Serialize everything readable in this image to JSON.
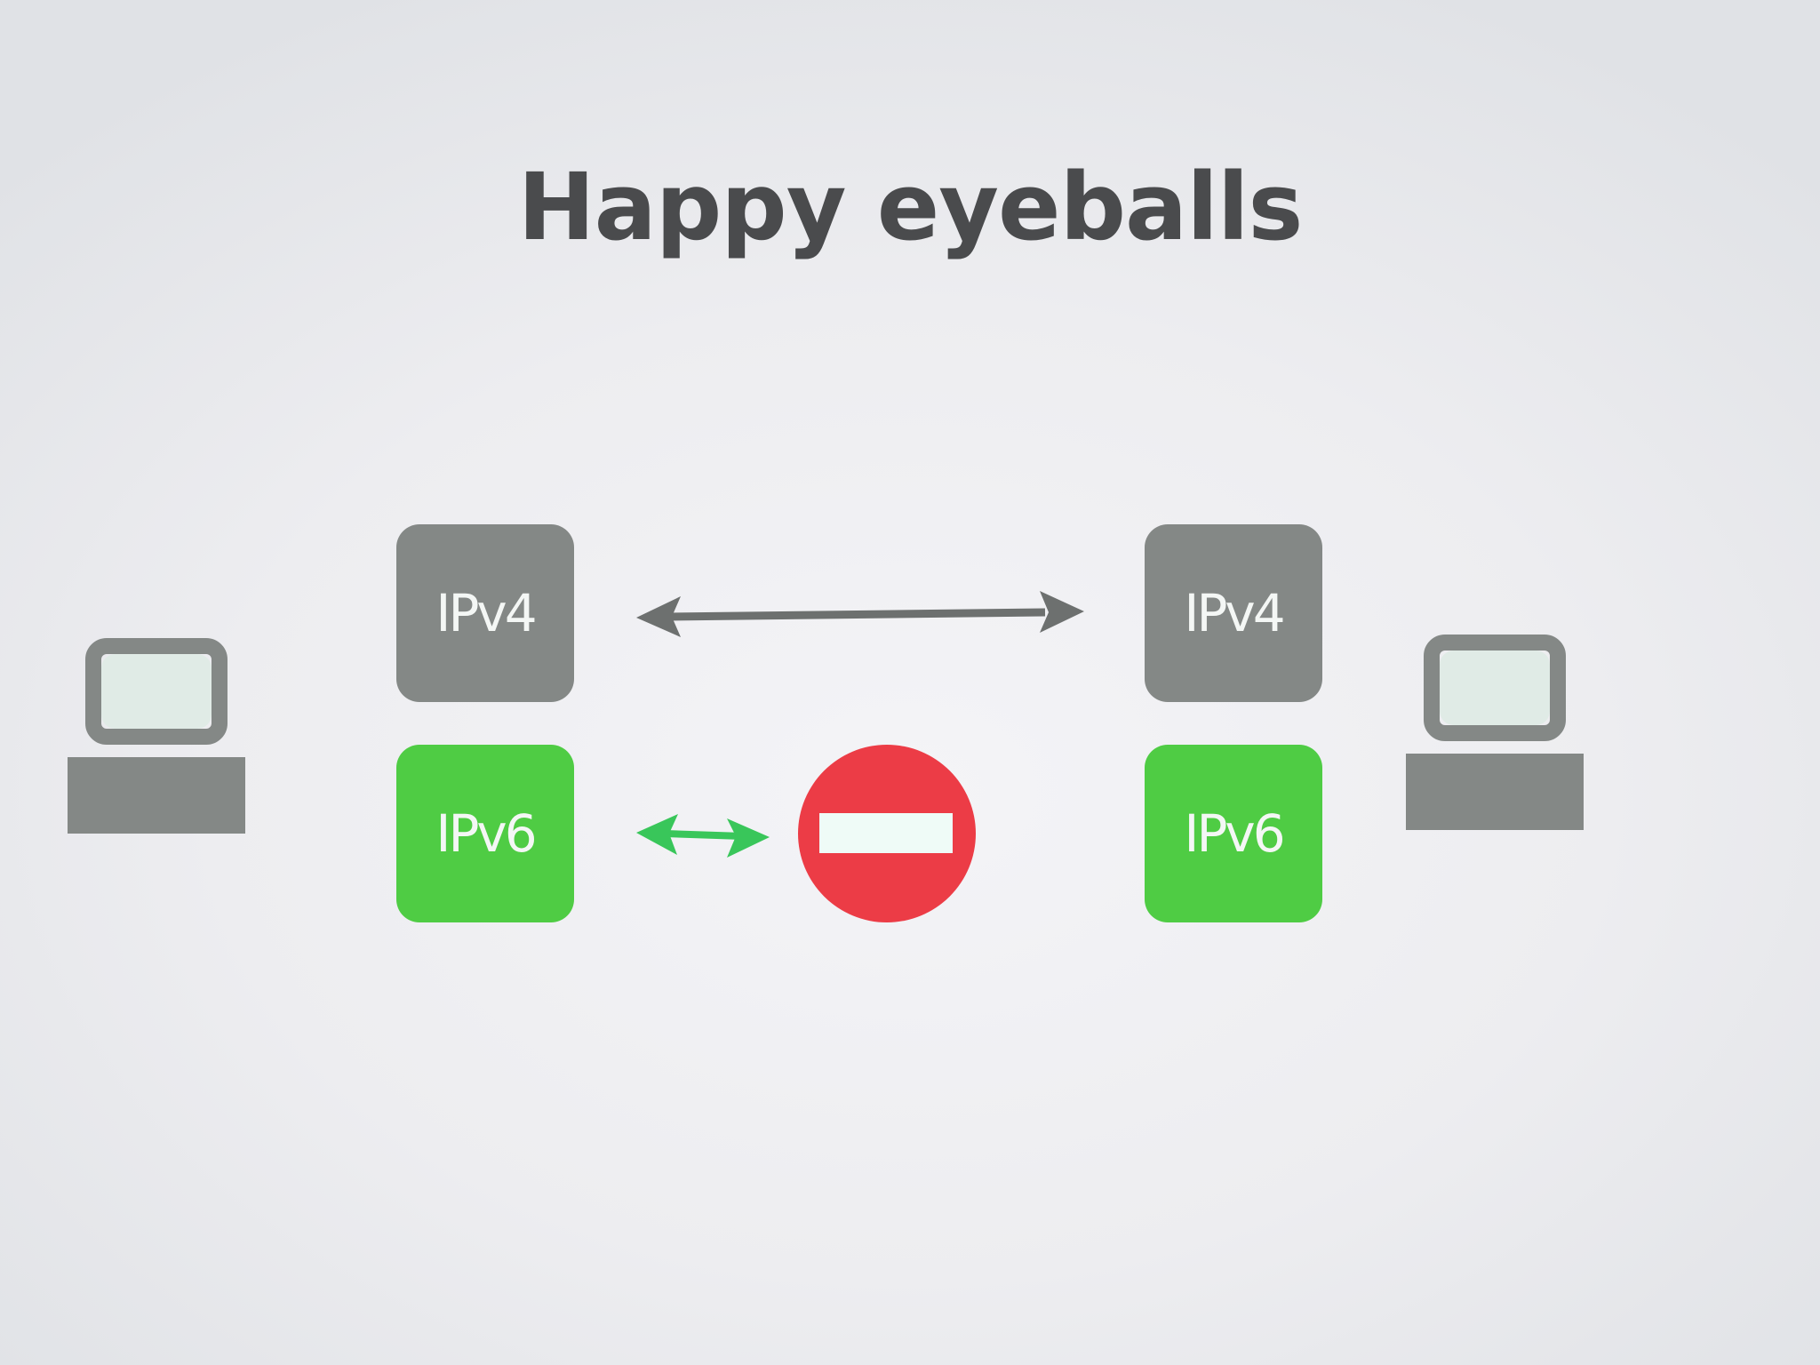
{
  "slide": {
    "title": "Happy eyeballs"
  },
  "left_host": {
    "icon": "computer-icon",
    "ipv4_label": "IPv4",
    "ipv6_label": "IPv6"
  },
  "right_host": {
    "icon": "computer-icon",
    "ipv4_label": "IPv4",
    "ipv6_label": "IPv6"
  },
  "connections": {
    "ipv4": {
      "icon": "double-arrow-icon",
      "status": "connected"
    },
    "ipv6": {
      "icon": "double-arrow-icon",
      "status": "blocked",
      "blocker_icon": "no-entry-icon"
    }
  },
  "colors": {
    "title": "#4a4b4d",
    "ipv4_box": "#848886",
    "ipv6_box": "#4fcc44",
    "box_text": "#f4f7f5",
    "computer": "#848886",
    "screen": "#e0ebe6",
    "ipv4_arrow": "#6d706f",
    "ipv6_arrow": "#39c65a",
    "no_entry_red": "#ec3c46",
    "no_entry_bar": "#effbf7"
  }
}
